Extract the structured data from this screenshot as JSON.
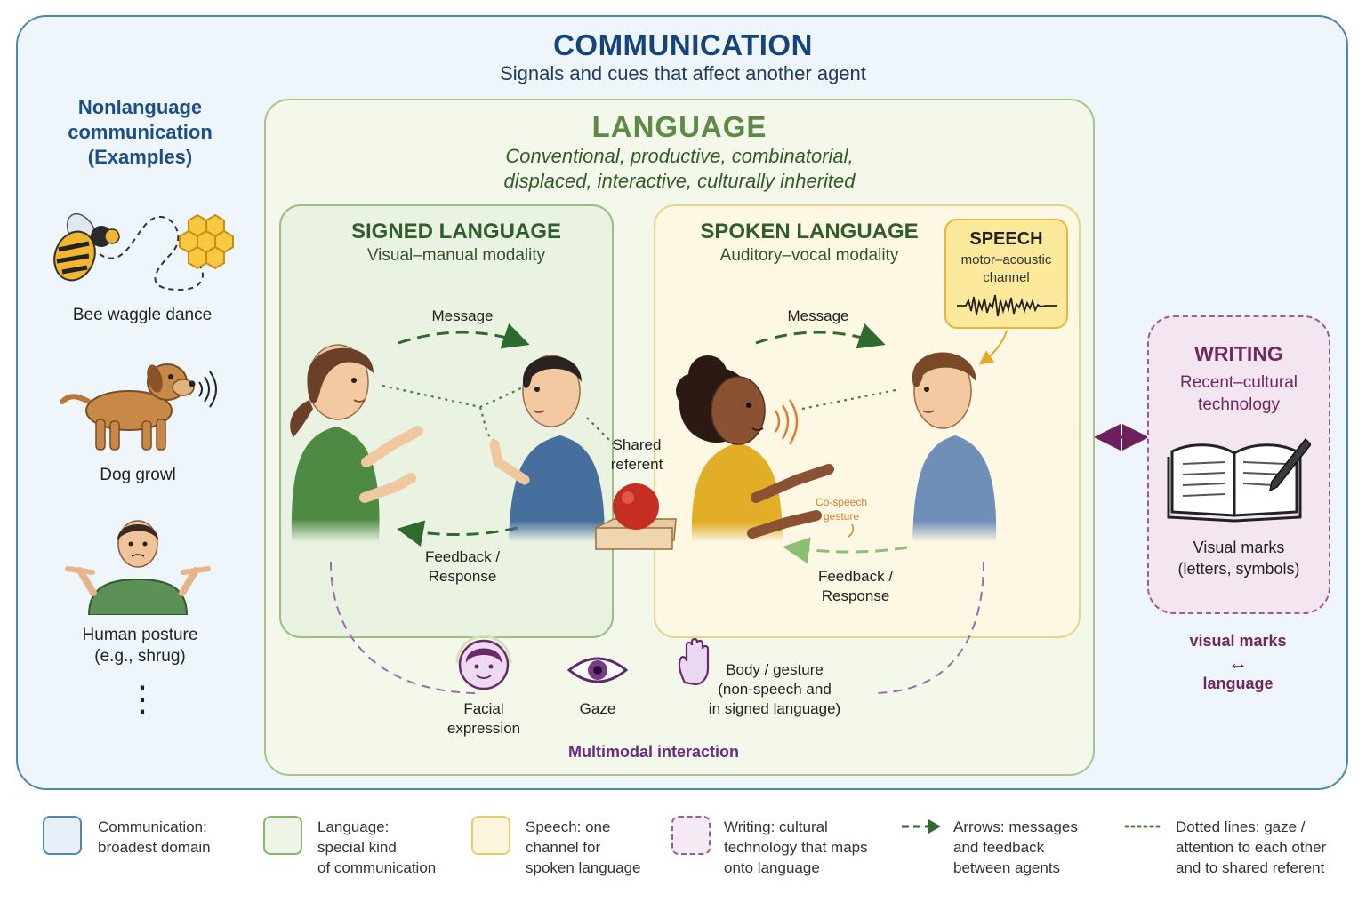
{
  "communication": {
    "title": "COMMUNICATION",
    "subtitle": "Signals and cues that affect another agent"
  },
  "nonlanguage": {
    "heading": "Nonlanguage communication (Examples)",
    "heading_lines": [
      "Nonlanguage",
      "communication",
      "(Examples)"
    ],
    "items": [
      {
        "label": "Bee waggle dance",
        "icon": "bee-icon"
      },
      {
        "label": "Dog growl",
        "icon": "dog-icon"
      },
      {
        "label_lines": [
          "Human posture",
          "(e.g., shrug)"
        ],
        "icon": "shrug-person-icon"
      }
    ],
    "more": "⋮"
  },
  "language": {
    "title": "LANGUAGE",
    "desc_lines": [
      "Conventional, productive, combinatorial,",
      "displaced, interactive, culturally inherited"
    ]
  },
  "signed": {
    "title": "SIGNED LANGUAGE",
    "subtitle": "Visual–manual modality",
    "message": "Message",
    "feedback_lines": [
      "Feedback /",
      "Response"
    ],
    "shared_lines": [
      "Shared",
      "referent"
    ]
  },
  "spoken": {
    "title": "SPOKEN LANGUAGE",
    "subtitle": "Auditory–vocal modality",
    "message": "Message",
    "feedback_lines": [
      "Feedback /",
      "Response"
    ],
    "cospeech_lines": [
      "Co-speech",
      "gesture"
    ]
  },
  "speech": {
    "title": "SPEECH",
    "sub_lines": [
      "motor–acoustic",
      "channel"
    ]
  },
  "writing": {
    "title": "WRITING",
    "sub_lines": [
      "Recent–cultural",
      "technology"
    ],
    "marks_lines": [
      "Visual marks",
      "(letters, symbols)"
    ],
    "relation_top": "visual marks",
    "relation_arrow": "↔",
    "relation_bottom": "language"
  },
  "multimodal": {
    "facial_lines": [
      "Facial",
      "expression"
    ],
    "gaze": "Gaze",
    "body_lines": [
      "Body / gesture",
      "(non-speech and",
      "in signed language)"
    ],
    "label": "Multimodal interaction"
  },
  "legend": [
    {
      "lines": [
        "Communication:",
        "broadest domain"
      ],
      "fill": "#e8f1fa",
      "border": "#4e86b4"
    },
    {
      "lines": [
        "Language:",
        "special kind",
        "of communication"
      ],
      "fill": "#eef5e6",
      "border": "#8ab472"
    },
    {
      "lines": [
        "Speech: one",
        "channel for",
        "spoken language"
      ],
      "fill": "#fdf6dc",
      "border": "#e6cd6c"
    },
    {
      "lines": [
        "Writing: cultural",
        "technology that maps",
        "onto language"
      ],
      "fill": "#f6eaf4",
      "border": "#9a5d92"
    },
    {
      "lines": [
        "Arrows: messages",
        "and feedback",
        "between agents"
      ]
    },
    {
      "lines": [
        "Dotted lines: gaze /",
        "attention to each other",
        "and to shared referent"
      ]
    }
  ],
  "colors": {
    "communication": "#4e86b4",
    "language": "#a8c48c",
    "speech": "#e5b83a",
    "writing": "#9a5d92",
    "arrow": "#2f6a2e",
    "multimodal": "#6a2a84"
  }
}
